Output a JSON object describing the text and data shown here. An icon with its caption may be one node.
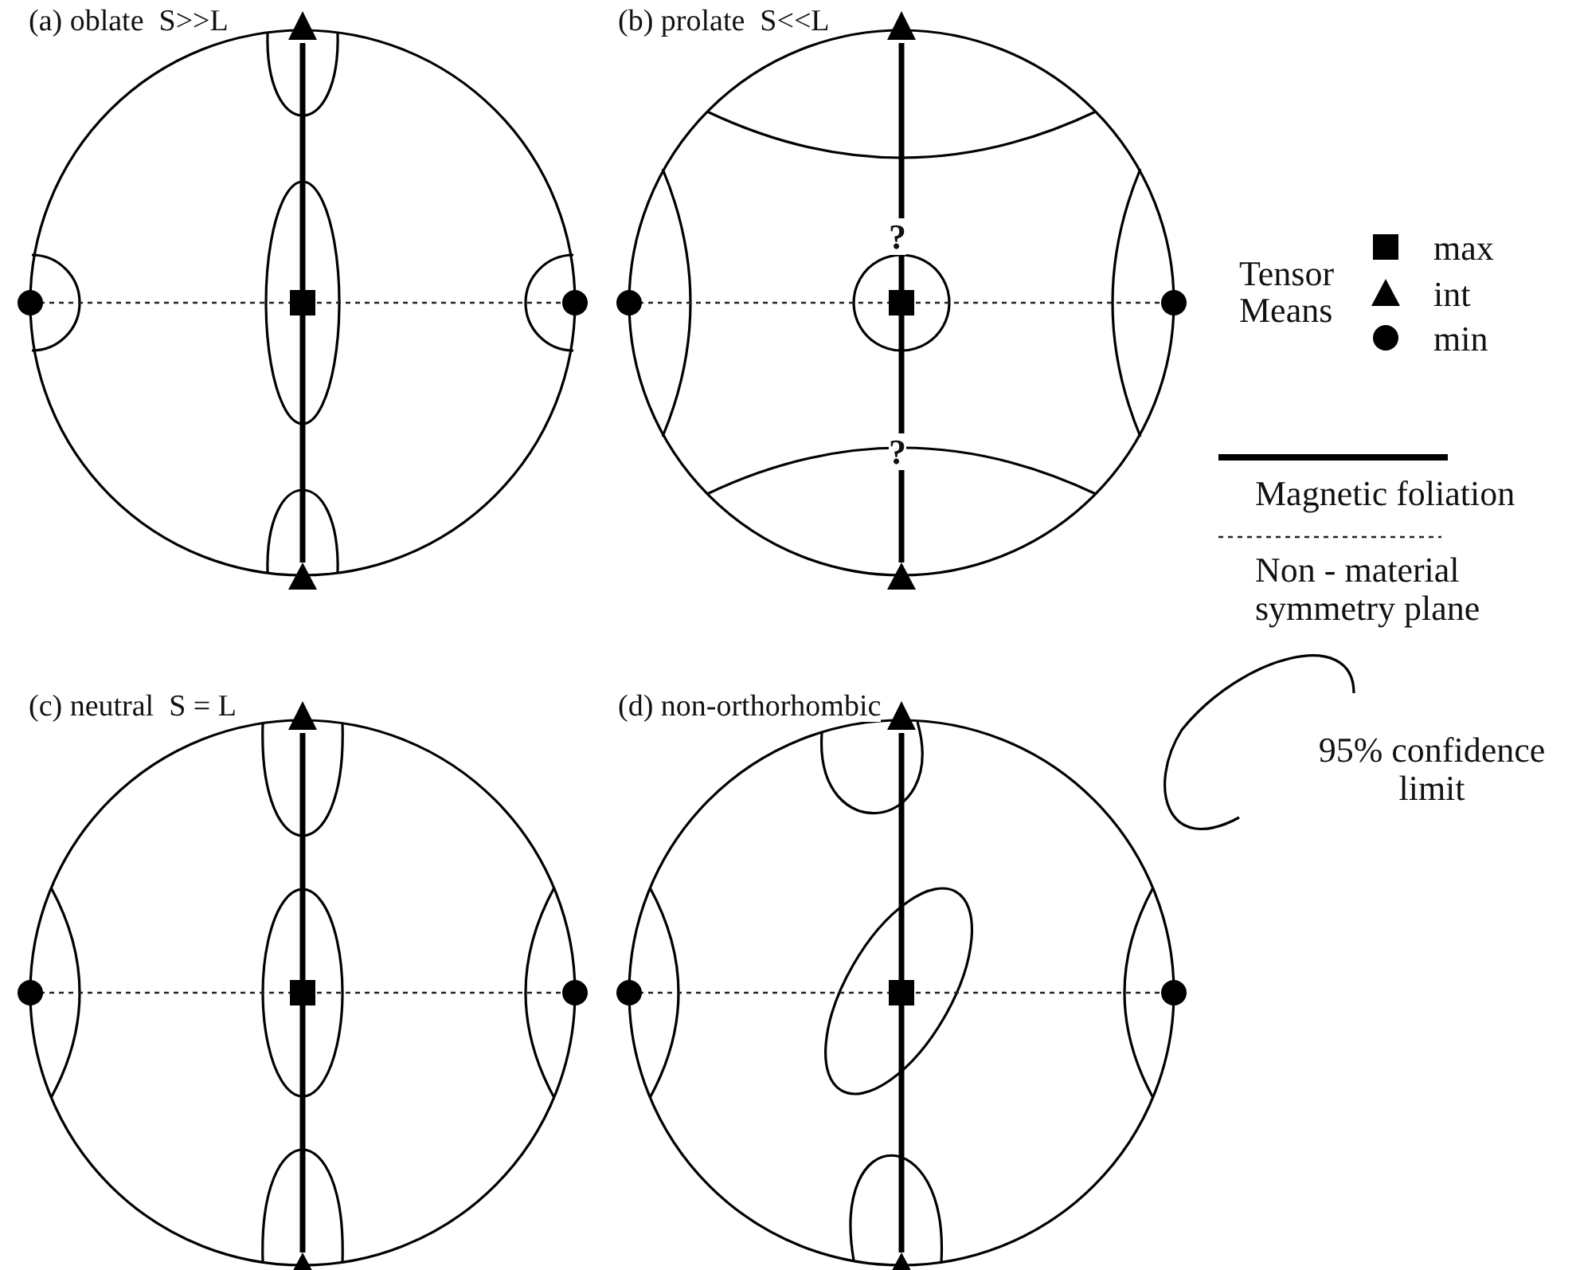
{
  "diagram": {
    "nodes": [
      {
        "text": [
          "(a) oblate  S>>L"
        ]
      },
      {
        "text": [
          "(b) prolate  S<<L"
        ]
      },
      {
        "text": [
          "(c) neutral  S = L"
        ]
      },
      {
        "text": [
          "(d) non-orthorhombic"
        ]
      }
    ],
    "labels": [
      "?",
      "?",
      "Tensor Means"
    ],
    "legend": [
      {
        "text": "max"
      },
      {
        "text": "int"
      },
      {
        "text": "min"
      },
      {
        "text": "Magnetic foliation"
      },
      {
        "text": "Non - material symmetry plane"
      },
      {
        "text": "95% confidence limit"
      }
    ]
  }
}
